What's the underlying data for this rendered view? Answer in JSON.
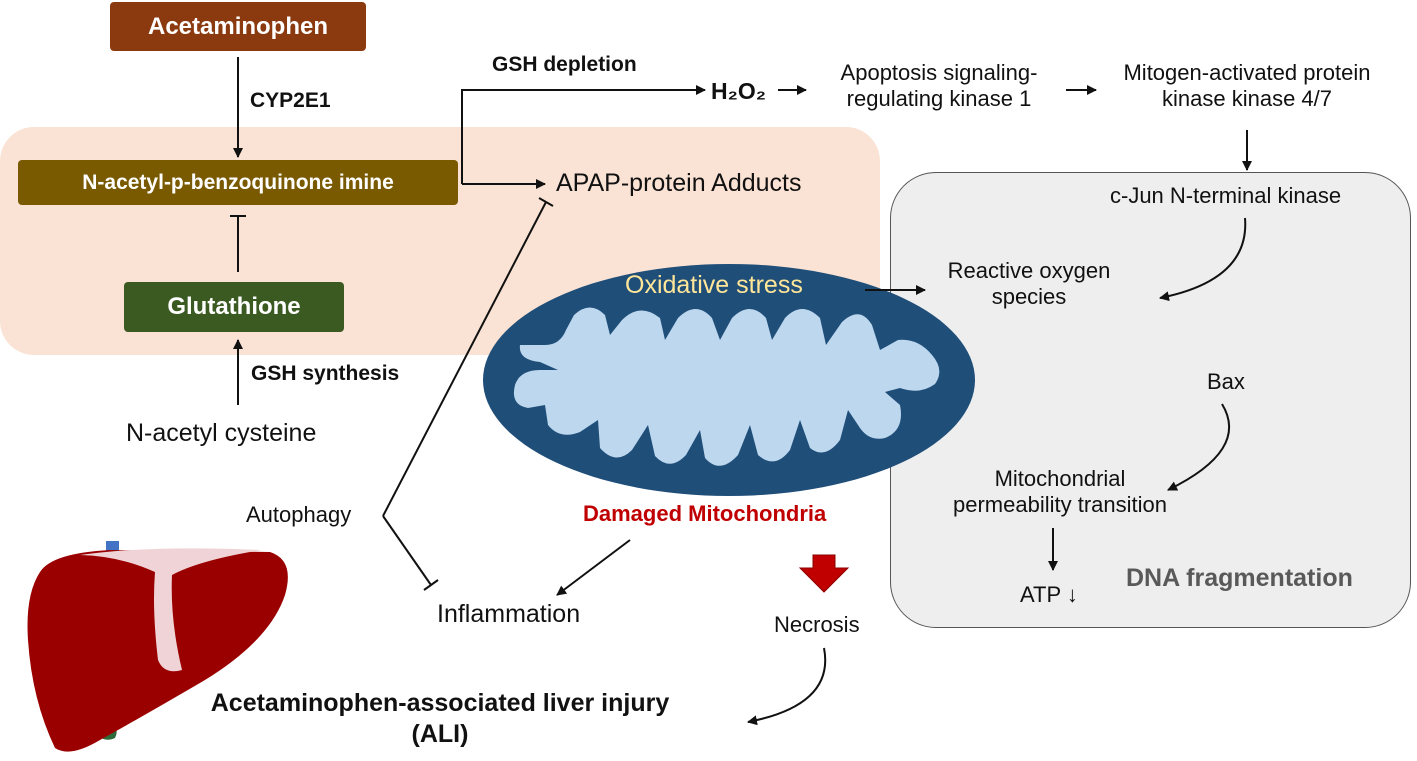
{
  "nodes": {
    "acetaminophen": "Acetaminophen",
    "cyp2e1": "CYP2E1",
    "napqi": "N-acetyl-p-benzoquinone imine",
    "glutathione": "Glutathione",
    "gsh_synthesis": "GSH synthesis",
    "n_acetyl_cysteine": "N-acetyl cysteine",
    "gsh_depletion": "GSH depletion",
    "h2o2": "H₂O₂",
    "ask1": "Apoptosis signaling-\nregulating kinase 1",
    "mkk": "Mitogen-activated protein\nkinase kinase 4/7",
    "jnk": "c-Jun N-terminal kinase",
    "apap_adducts": "APAP-protein Adducts",
    "oxidative_stress": "Oxidative stress",
    "ros": "Reactive oxygen\nspecies",
    "bax": "Bax",
    "mpt": "Mitochondrial\npermeability transition",
    "atp": "ATP ↓",
    "dna_fragmentation": "DNA fragmentation",
    "damaged_mito": "Damaged Mitochondria",
    "autophagy": "Autophagy",
    "inflammation": "Inflammation",
    "necrosis": "Necrosis",
    "ali": "Acetaminophen-associated liver injury\n(ALI)"
  },
  "colors": {
    "acetaminophen_box": "#8B3A0F",
    "napqi_box": "#7A5A00",
    "glutathione_box": "#3B5A22",
    "peach_region": "#FAE3D5",
    "grey_region": "#EEEEEE",
    "mito_outer": "#1F4E79",
    "mito_inner": "#BDD7EE",
    "oxidative_text": "#FFE699",
    "damaged_text": "#C00000",
    "necrosis_arrow": "#C00000",
    "liver": "#9B0000"
  }
}
